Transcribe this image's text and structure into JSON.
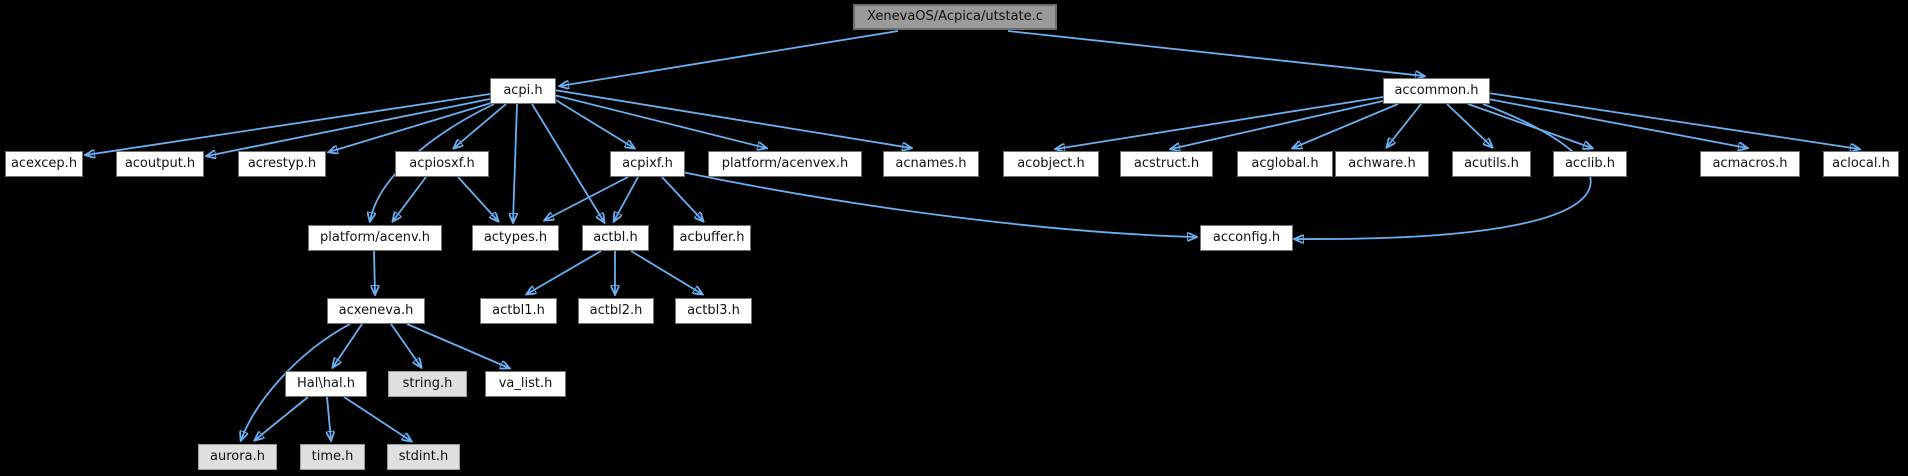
{
  "diagram": {
    "type": "include-dependency-graph",
    "colors": {
      "background": "#000000",
      "edge": "#6ab0f2",
      "node_fill": "#ffffff",
      "node_border": "#737373",
      "external_fill": "#dfdfdf",
      "external_border": "#9d9d9d",
      "root_fill": "#9a9a9a",
      "text": "#111111"
    }
  },
  "nodes": {
    "root": {
      "label": "XenevaOS/Acpica/utstate.c",
      "kind": "current-file"
    },
    "acpi": {
      "label": "acpi.h",
      "kind": "header"
    },
    "accommon": {
      "label": "accommon.h",
      "kind": "header"
    },
    "acexcep": {
      "label": "acexcep.h",
      "kind": "header"
    },
    "acoutput": {
      "label": "acoutput.h",
      "kind": "header"
    },
    "acrestyp": {
      "label": "acrestyp.h",
      "kind": "header"
    },
    "acpiosxf": {
      "label": "acpiosxf.h",
      "kind": "header"
    },
    "acpixf": {
      "label": "acpixf.h",
      "kind": "header"
    },
    "acenvex": {
      "label": "platform/acenvex.h",
      "kind": "header"
    },
    "acnames": {
      "label": "acnames.h",
      "kind": "header"
    },
    "acobject": {
      "label": "acobject.h",
      "kind": "header"
    },
    "acstruct": {
      "label": "acstruct.h",
      "kind": "header"
    },
    "acglobal": {
      "label": "acglobal.h",
      "kind": "header"
    },
    "achware": {
      "label": "achware.h",
      "kind": "header"
    },
    "acutils": {
      "label": "acutils.h",
      "kind": "header"
    },
    "acclib": {
      "label": "acclib.h",
      "kind": "header"
    },
    "acmacros": {
      "label": "acmacros.h",
      "kind": "header"
    },
    "aclocal": {
      "label": "aclocal.h",
      "kind": "header"
    },
    "acenv": {
      "label": "platform/acenv.h",
      "kind": "header"
    },
    "actypes": {
      "label": "actypes.h",
      "kind": "header"
    },
    "actbl": {
      "label": "actbl.h",
      "kind": "header"
    },
    "acbuffer": {
      "label": "acbuffer.h",
      "kind": "header"
    },
    "acconfig": {
      "label": "acconfig.h",
      "kind": "header"
    },
    "acxeneva": {
      "label": "acxeneva.h",
      "kind": "header"
    },
    "actbl1": {
      "label": "actbl1.h",
      "kind": "header"
    },
    "actbl2": {
      "label": "actbl2.h",
      "kind": "header"
    },
    "actbl3": {
      "label": "actbl3.h",
      "kind": "header"
    },
    "hal": {
      "label": "Hal\\hal.h",
      "kind": "header"
    },
    "string": {
      "label": "string.h",
      "kind": "external-header"
    },
    "valist": {
      "label": "va_list.h",
      "kind": "header"
    },
    "aurora": {
      "label": "aurora.h",
      "kind": "external-header"
    },
    "time": {
      "label": "time.h",
      "kind": "external-header"
    },
    "stdint": {
      "label": "stdint.h",
      "kind": "external-header"
    }
  },
  "edges": [
    {
      "from": "root",
      "to": "acpi"
    },
    {
      "from": "root",
      "to": "accommon"
    },
    {
      "from": "acpi",
      "to": "acexcep"
    },
    {
      "from": "acpi",
      "to": "acoutput"
    },
    {
      "from": "acpi",
      "to": "acrestyp"
    },
    {
      "from": "acpi",
      "to": "acpiosxf"
    },
    {
      "from": "acpi",
      "to": "actypes"
    },
    {
      "from": "acpi",
      "to": "actbl"
    },
    {
      "from": "acpi",
      "to": "acpixf"
    },
    {
      "from": "acpi",
      "to": "acenvex"
    },
    {
      "from": "acpi",
      "to": "acnames"
    },
    {
      "from": "acpi",
      "to": "acenv"
    },
    {
      "from": "acpiosxf",
      "to": "acenv"
    },
    {
      "from": "acpiosxf",
      "to": "actypes"
    },
    {
      "from": "acpixf",
      "to": "actypes"
    },
    {
      "from": "acpixf",
      "to": "actbl"
    },
    {
      "from": "acpixf",
      "to": "acbuffer"
    },
    {
      "from": "acpixf",
      "to": "acconfig"
    },
    {
      "from": "actbl",
      "to": "actbl1"
    },
    {
      "from": "actbl",
      "to": "actbl2"
    },
    {
      "from": "actbl",
      "to": "actbl3"
    },
    {
      "from": "acenv",
      "to": "acxeneva"
    },
    {
      "from": "acxeneva",
      "to": "hal"
    },
    {
      "from": "acxeneva",
      "to": "string"
    },
    {
      "from": "acxeneva",
      "to": "valist"
    },
    {
      "from": "acxeneva",
      "to": "aurora"
    },
    {
      "from": "hal",
      "to": "aurora"
    },
    {
      "from": "hal",
      "to": "time"
    },
    {
      "from": "hal",
      "to": "stdint"
    },
    {
      "from": "accommon",
      "to": "acobject"
    },
    {
      "from": "accommon",
      "to": "acstruct"
    },
    {
      "from": "accommon",
      "to": "acglobal"
    },
    {
      "from": "accommon",
      "to": "achware"
    },
    {
      "from": "accommon",
      "to": "acutils"
    },
    {
      "from": "accommon",
      "to": "acclib"
    },
    {
      "from": "accommon",
      "to": "acmacros"
    },
    {
      "from": "accommon",
      "to": "aclocal"
    },
    {
      "from": "accommon",
      "to": "acconfig"
    }
  ]
}
